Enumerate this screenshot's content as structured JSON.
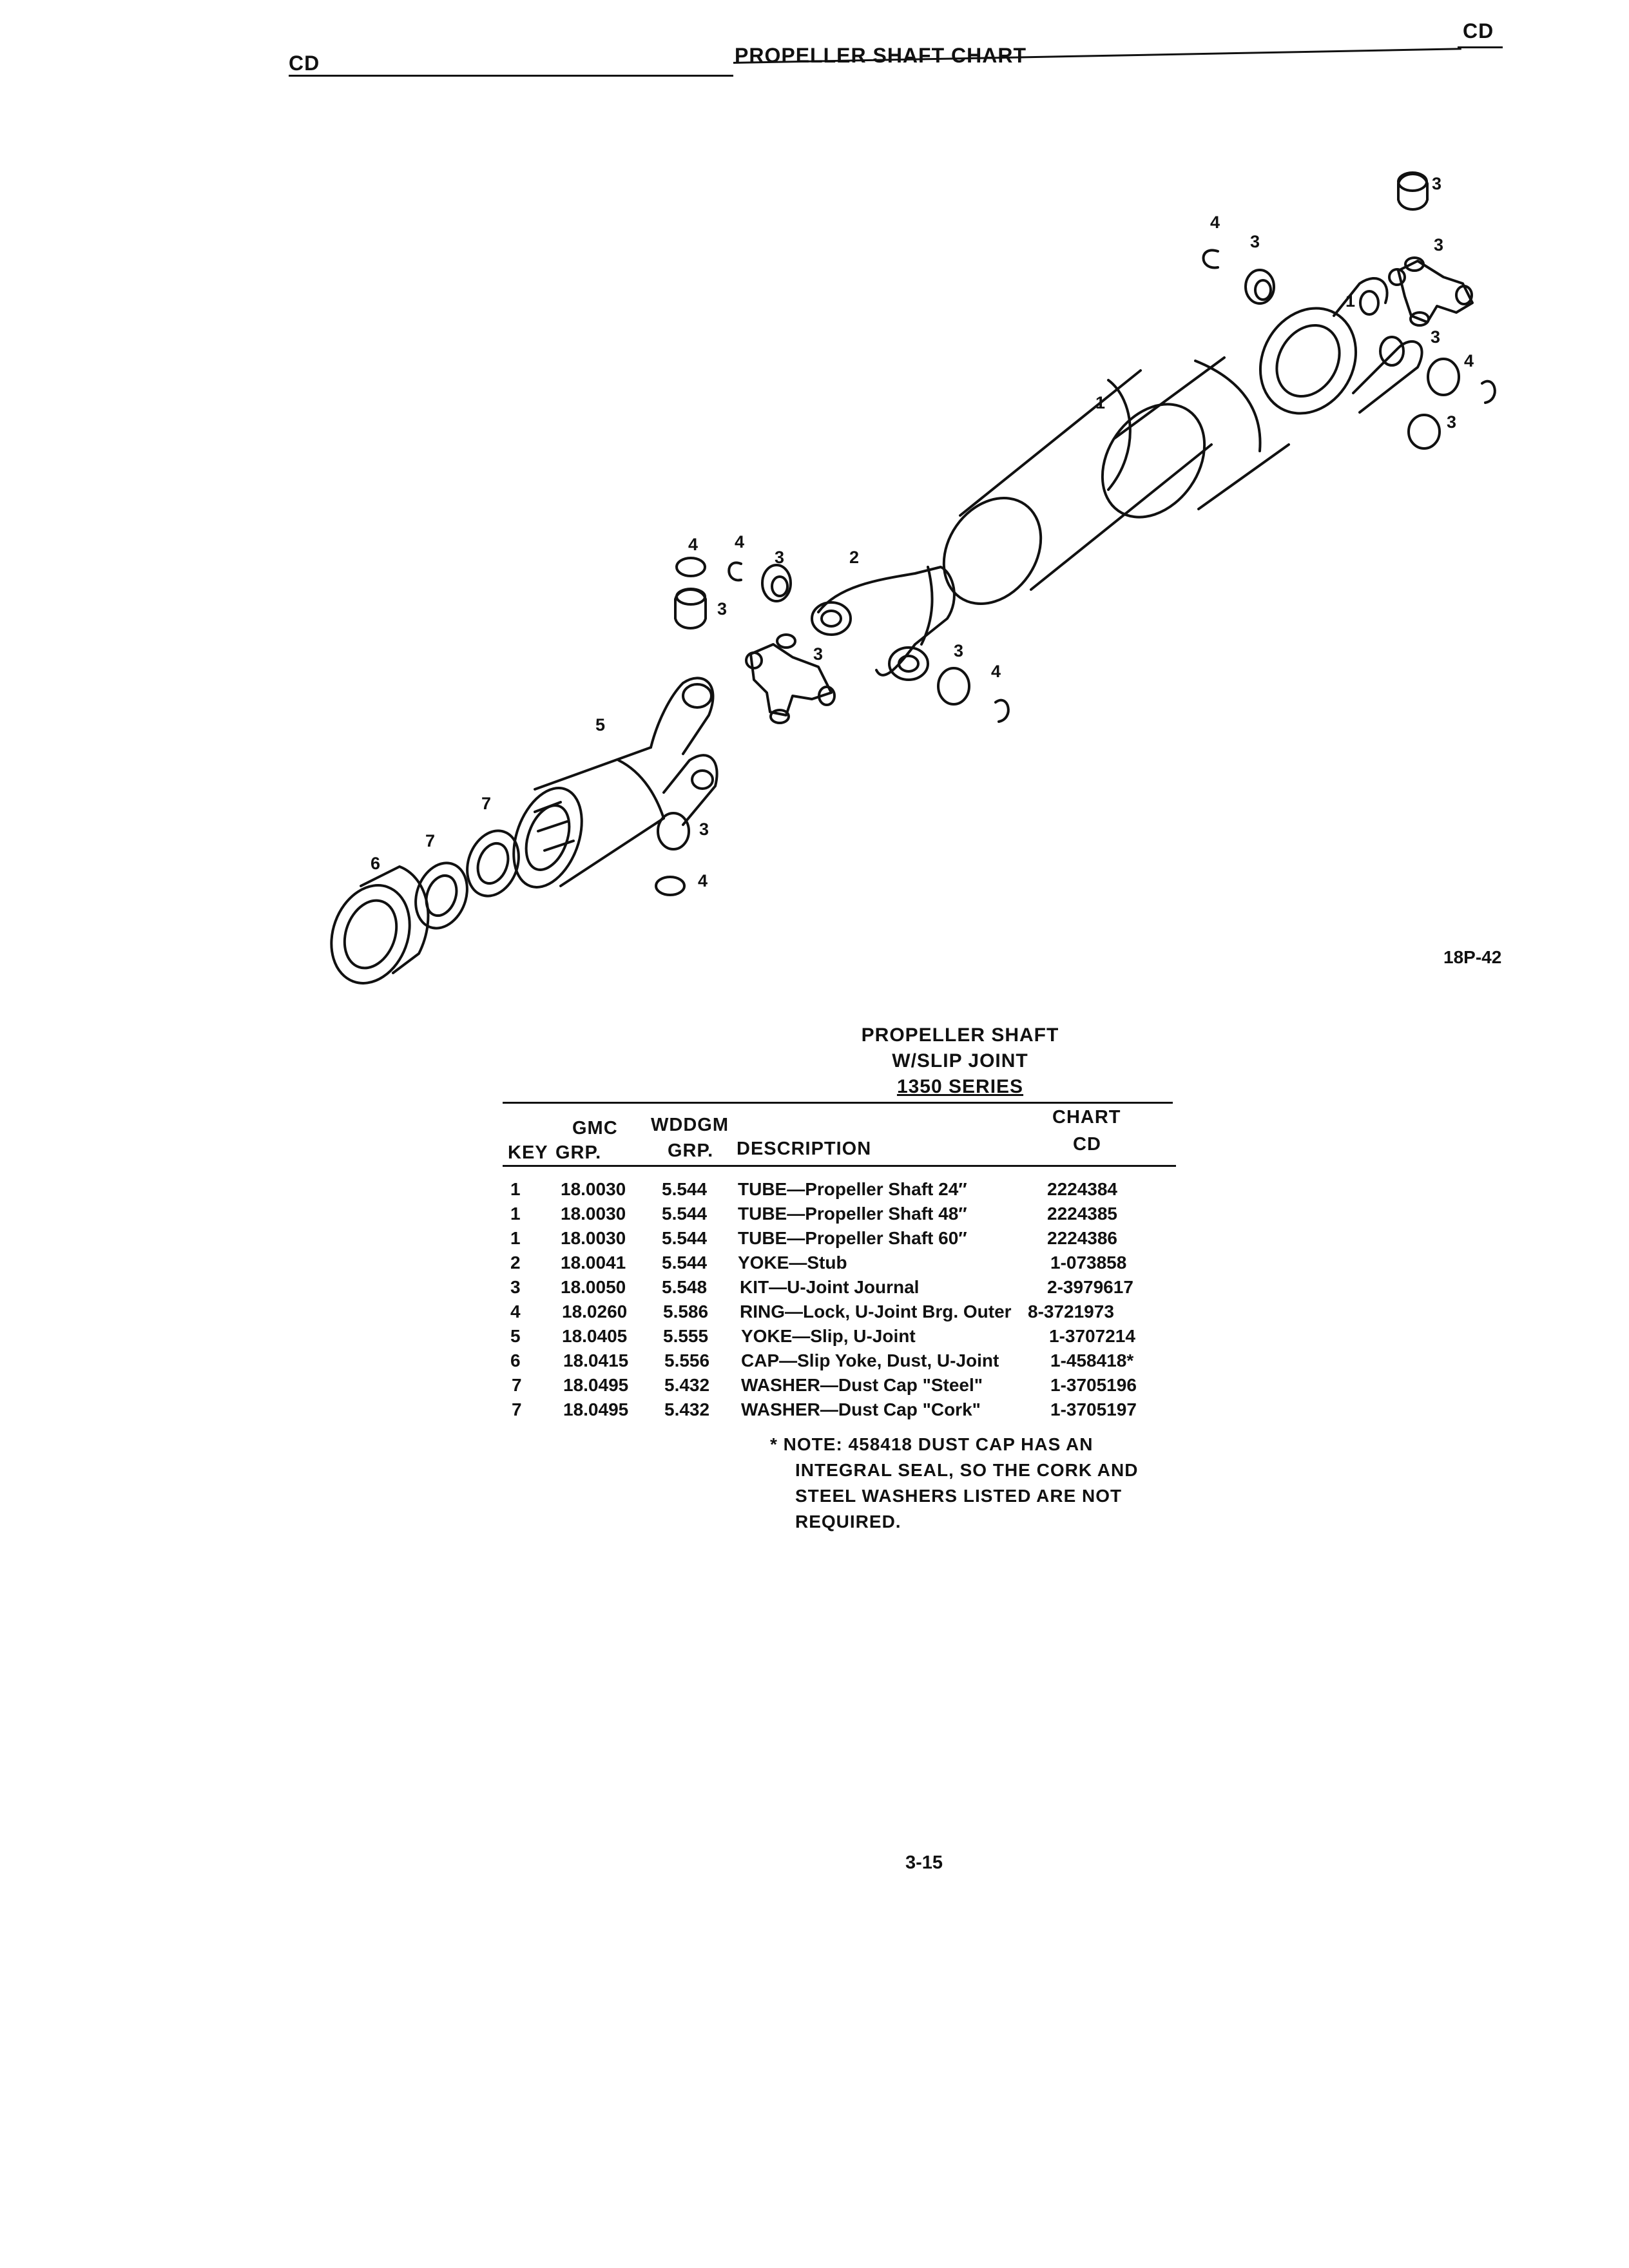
{
  "header": {
    "left_code": "CD",
    "title": "PROPELLER SHAFT CHART",
    "right_code": "CD"
  },
  "figure": {
    "figure_id": "18P-42",
    "callouts": [
      "3",
      "4",
      "3",
      "3",
      "1",
      "3",
      "4",
      "3",
      "1",
      "4",
      "4",
      "3",
      "2",
      "3",
      "3",
      "3",
      "4",
      "5",
      "7",
      "7",
      "6",
      "3",
      "4"
    ]
  },
  "table": {
    "title_lines": [
      "PROPELLER SHAFT",
      "W/SLIP JOINT",
      "1350 SERIES"
    ],
    "headers": {
      "key": "KEY",
      "gmc_top": "GMC",
      "gmc_bottom": "GRP.",
      "wddgm_top": "WDDGM",
      "wddgm_bottom": "GRP.",
      "description": "DESCRIPTION",
      "chart_top": "CHART",
      "chart_bottom": "CD"
    },
    "rows": [
      {
        "key": "1",
        "gmc": "18.0030",
        "wddgm": "5.544",
        "description": "TUBE—Propeller Shaft 24″",
        "part": "2224384"
      },
      {
        "key": "1",
        "gmc": "18.0030",
        "wddgm": "5.544",
        "description": "TUBE—Propeller Shaft 48″",
        "part": "2224385"
      },
      {
        "key": "1",
        "gmc": "18.0030",
        "wddgm": "5.544",
        "description": "TUBE—Propeller Shaft 60″",
        "part": "2224386"
      },
      {
        "key": "2",
        "gmc": "18.0041",
        "wddgm": "5.544",
        "description": "YOKE—Stub",
        "part": "1-073858"
      },
      {
        "key": "3",
        "gmc": "18.0050",
        "wddgm": "5.548",
        "description": "KIT—U-Joint Journal",
        "part": "2-3979617"
      },
      {
        "key": "4",
        "gmc": "18.0260",
        "wddgm": "5.586",
        "description": "RING—Lock, U-Joint Brg. Outer",
        "part": "8-3721973"
      },
      {
        "key": "5",
        "gmc": "18.0405",
        "wddgm": "5.555",
        "description": "YOKE—Slip, U-Joint",
        "part": "1-3707214"
      },
      {
        "key": "6",
        "gmc": "18.0415",
        "wddgm": "5.556",
        "description": "CAP—Slip Yoke, Dust, U-Joint",
        "part": "1-458418*"
      },
      {
        "key": "7",
        "gmc": "18.0495",
        "wddgm": "5.432",
        "description": "WASHER—Dust Cap \"Steel\"",
        "part": "1-3705196"
      },
      {
        "key": "7",
        "gmc": "18.0495",
        "wddgm": "5.432",
        "description": "WASHER—Dust Cap \"Cork\"",
        "part": "1-3705197"
      }
    ],
    "note_lines": [
      "*  NOTE: 458418 DUST CAP HAS AN",
      "INTEGRAL SEAL, SO THE CORK AND",
      "STEEL WASHERS LISTED ARE NOT",
      "REQUIRED."
    ]
  },
  "footer": {
    "page_number": "3-15"
  }
}
